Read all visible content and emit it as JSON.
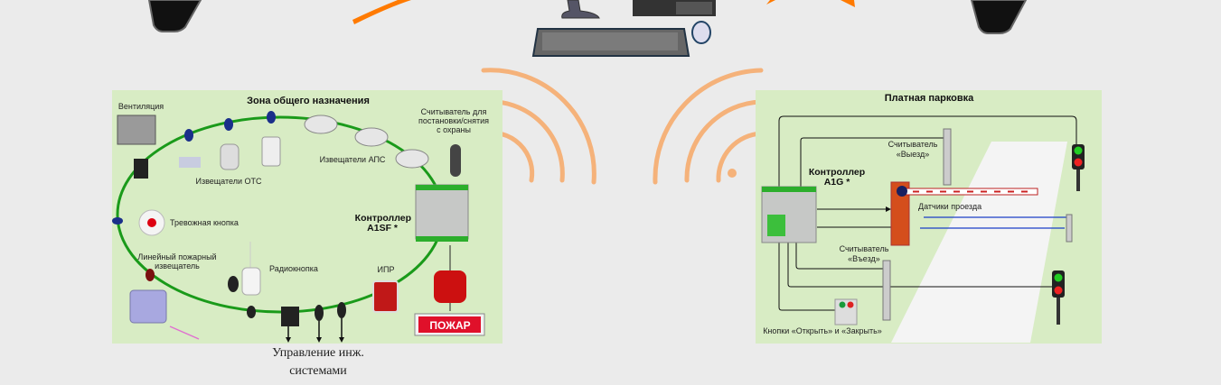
{
  "zone_general": {
    "title": "Зона общего назначения",
    "ventilation": "Вентиляция",
    "ots_detectors": "Извещатели ОТС",
    "aps_detectors": "Извещатели АПС",
    "reader_arm": [
      "Считыватель для",
      "постановки/снятия",
      "с охраны"
    ],
    "controller": [
      "Контроллер",
      "A1SF *"
    ],
    "panic_button": "Тревожная кнопка",
    "linear_detector": [
      "Линейный пожарный",
      "извещатель"
    ],
    "radio_button": "Радиокнопка",
    "ipr": "ИПР",
    "fire_sign": "ПОЖАР",
    "caption": [
      "Управление инж.",
      "системами"
    ]
  },
  "parking": {
    "title": "Платная парковка",
    "reader_exit": [
      "Считыватель",
      "«Выезд»"
    ],
    "controller": [
      "Контроллер",
      "A1G *"
    ],
    "pass_sensors": "Датчики проезда",
    "reader_entry": [
      "Считыватель",
      "«Въезд»"
    ],
    "buttons": "Кнопки «Открыть» и «Закрыть»"
  },
  "colors": {
    "panel": "#d8ecc4",
    "ring": "#1a9a1a",
    "wifi": "#f5b27a",
    "orange": "#ff7a00",
    "fire": "#e0102a"
  }
}
